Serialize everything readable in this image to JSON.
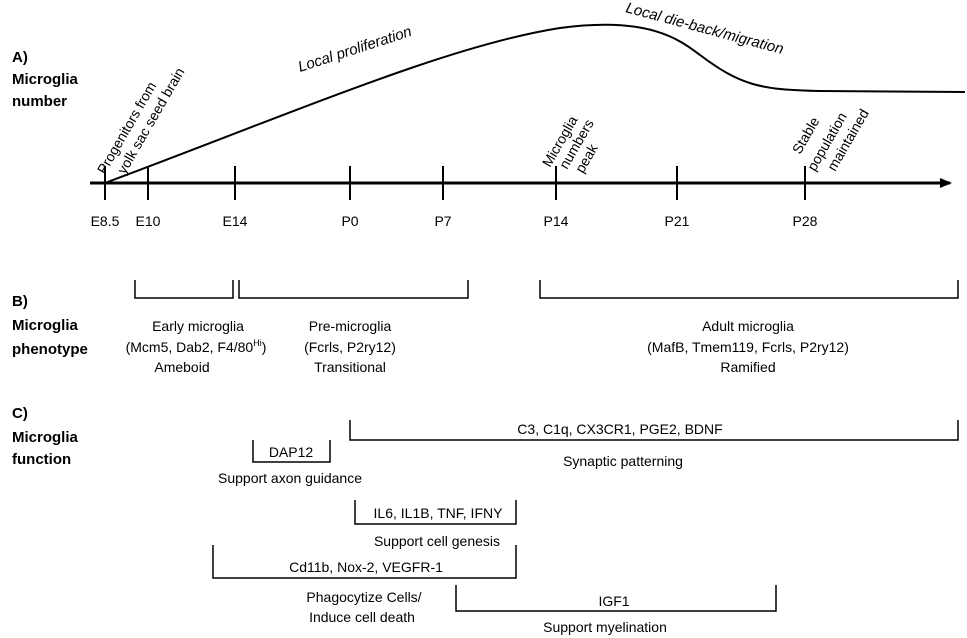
{
  "sections": {
    "a": {
      "letter": "A)",
      "line1": "Microglia",
      "line2": "number"
    },
    "b": {
      "letter": "B)",
      "line1": "Microglia",
      "line2": "phenotype"
    },
    "c": {
      "letter": "C)",
      "line1": "Microglia",
      "line2": "function"
    }
  },
  "curve_labels": {
    "local_proliferation": "Local proliferation",
    "dieback": "Local die-back/migration"
  },
  "timeline": {
    "ticks": [
      "E8.5",
      "E10",
      "E14",
      "P0",
      "P7",
      "P14",
      "P21",
      "P28"
    ]
  },
  "rotated_notes": {
    "progenitors_line1": "Progenitors from",
    "progenitors_line2": "yolk sac seed brain",
    "peak_line1": "Microglia",
    "peak_line2": "numbers",
    "peak_line3": "peak",
    "stable_line1": "Stable",
    "stable_line2": "population",
    "stable_line3": "maintained"
  },
  "phenotypes": {
    "early": {
      "name": "Early microglia",
      "markers_prefix": "(Mcm5, Dab2, F4/80",
      "markers_sup": "Hi",
      "markers_suffix": ")",
      "state": "Ameboid"
    },
    "pre": {
      "name": "Pre-microglia",
      "markers": "(Fcrls, P2ry12)",
      "state": "Transitional"
    },
    "adult": {
      "name": "Adult microglia",
      "markers": "(MafB, Tmem119, Fcrls, P2ry12)",
      "state": "Ramified"
    }
  },
  "functions": {
    "synaptic": {
      "molecules": "C3, C1q, CX3CR1, PGE2, BDNF",
      "label": "Synaptic patterning"
    },
    "axon": {
      "molecules": "DAP12",
      "label": "Support axon guidance"
    },
    "genesis": {
      "molecules": "IL6, IL1B, TNF, IFNY",
      "label": "Support cell genesis"
    },
    "phago": {
      "molecules": "Cd11b, Nox-2, VEGFR-1",
      "label_line1": "Phagocytize Cells/",
      "label_line2": "Induce cell death"
    },
    "myelin": {
      "molecules": "IGF1",
      "label": "Support myelination"
    }
  }
}
